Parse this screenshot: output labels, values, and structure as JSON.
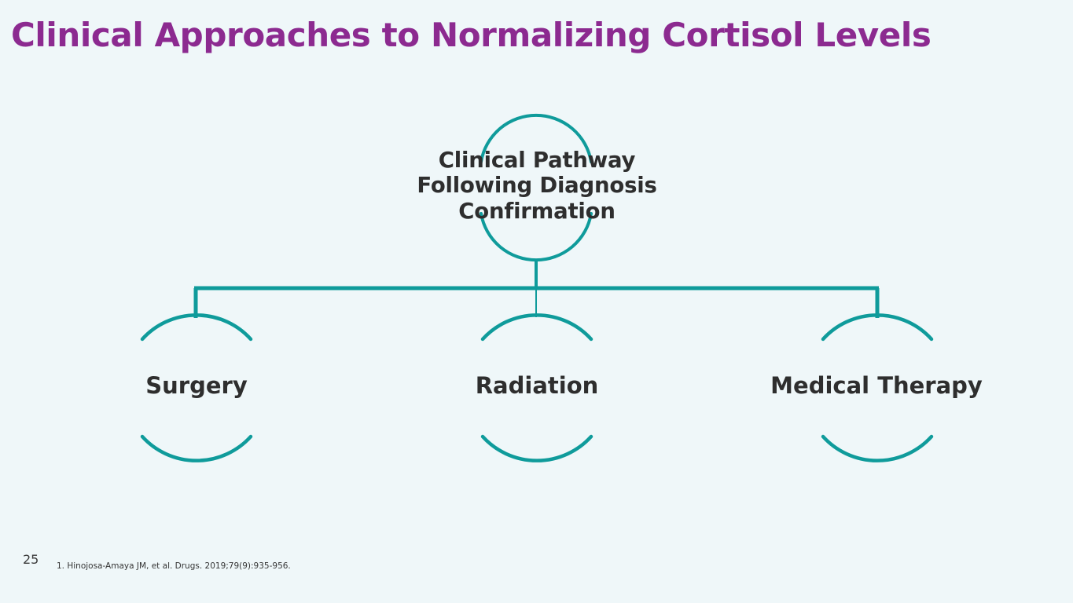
{
  "slide": {
    "title": "Clinical Approaches to Normalizing Cortisol Levels",
    "page_number": "25",
    "footnote": "1. Hinojosa-Amaya JM, et al. Drugs. 2019;79(9):935-956.",
    "background_color": "#eff7f9",
    "title_color": "#8c2a90",
    "accent_color": "#0f9b9b",
    "label_color": "#2e2e2e"
  },
  "diagram": {
    "type": "org-chart",
    "root": {
      "label": "Clinical Pathway\nFollowing Diagnosis\nConfirmation",
      "shape": "circle-open-arcs"
    },
    "branches": [
      {
        "label": "Surgery",
        "shape": "circle-open-arcs"
      },
      {
        "label": "Radiation",
        "shape": "circle-open-arcs"
      },
      {
        "label": "Medical Therapy",
        "shape": "circle-open-arcs"
      }
    ]
  }
}
